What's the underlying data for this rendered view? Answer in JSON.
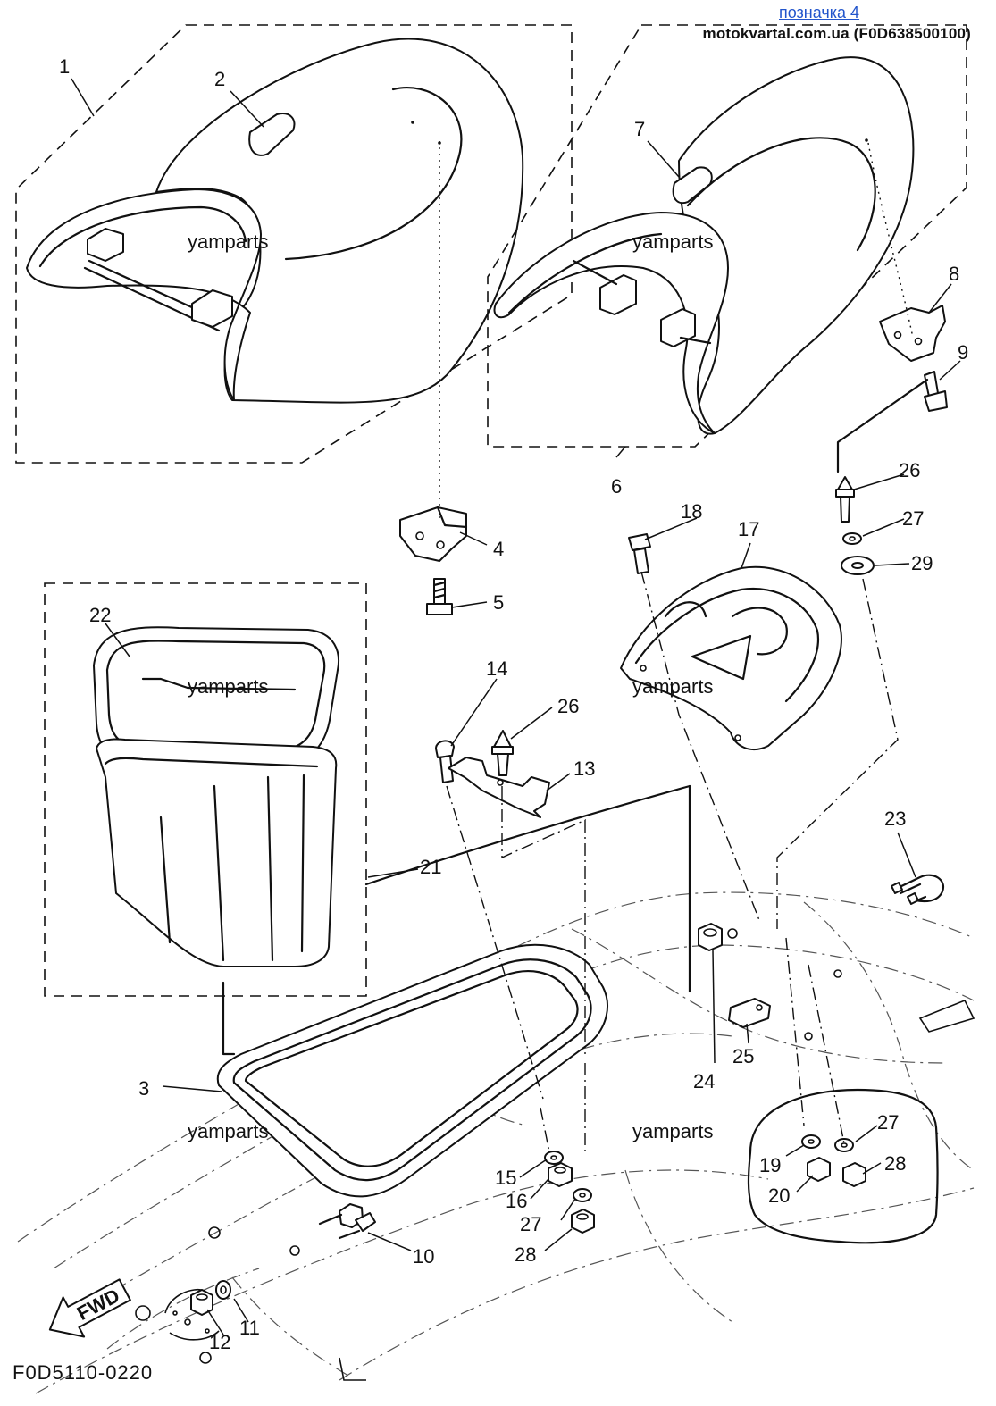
{
  "header": {
    "link_label": "позначка 4",
    "source": "motokvartal.com.ua (F0D638500100)"
  },
  "diagram": {
    "document_code": "F0D5110-0220",
    "direction_arrow": "FWD",
    "watermark": "yamparts",
    "callouts": [
      "1",
      "2",
      "3",
      "4",
      "5",
      "6",
      "7",
      "8",
      "9",
      "10",
      "11",
      "12",
      "13",
      "14",
      "15",
      "16",
      "17",
      "18",
      "19",
      "20",
      "21",
      "22",
      "23",
      "24",
      "25",
      "26",
      "26",
      "27",
      "27",
      "27",
      "28",
      "28",
      "29"
    ]
  }
}
